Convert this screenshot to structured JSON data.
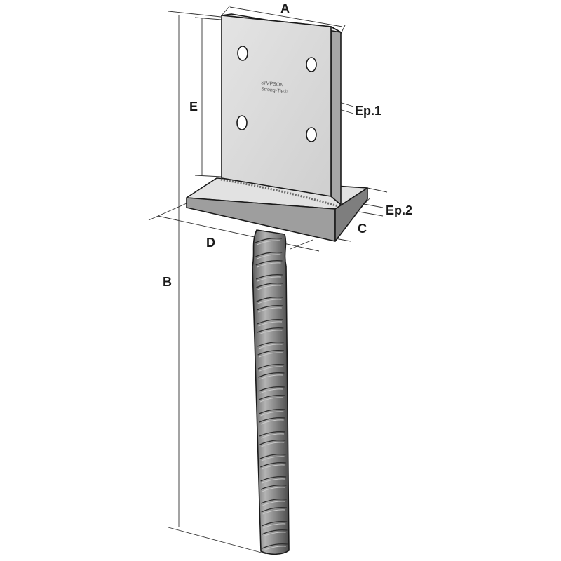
{
  "dimension_labels": {
    "a": "A",
    "b": "B",
    "c": "C",
    "d": "D",
    "e": "E",
    "ep1": "Ep.1",
    "ep2": "Ep.2"
  },
  "plate_marking": {
    "line1": "SIMPSON",
    "line2": "Strong-Tie®"
  },
  "colors": {
    "plate_face": "#d8d8d8",
    "plate_side": "#a6a6a6",
    "base_top": "#e2e2e2",
    "base_front": "#9e9e9e",
    "rebar": "#8a8a8a",
    "outline": "#1a1a1a"
  }
}
